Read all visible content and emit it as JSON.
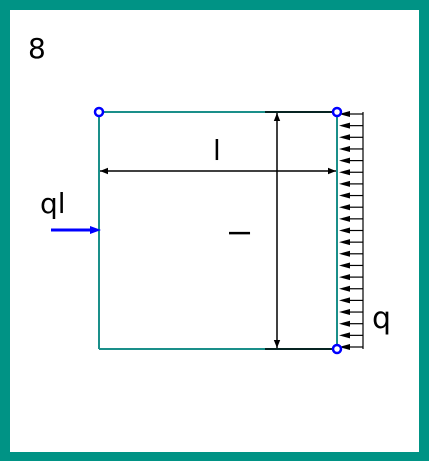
{
  "panel": {
    "number": "8",
    "frame_color": "#009385"
  },
  "structure": {
    "member_color": "#1a8f8a",
    "support_color": "#0000ff",
    "force_color": "#0000ff"
  },
  "labels": {
    "point_force": "ql",
    "horizontal_dimension": "l",
    "vertical_dimension": "l",
    "distributed_load": "q"
  },
  "distributed_load": {
    "arrow_count": 21
  }
}
